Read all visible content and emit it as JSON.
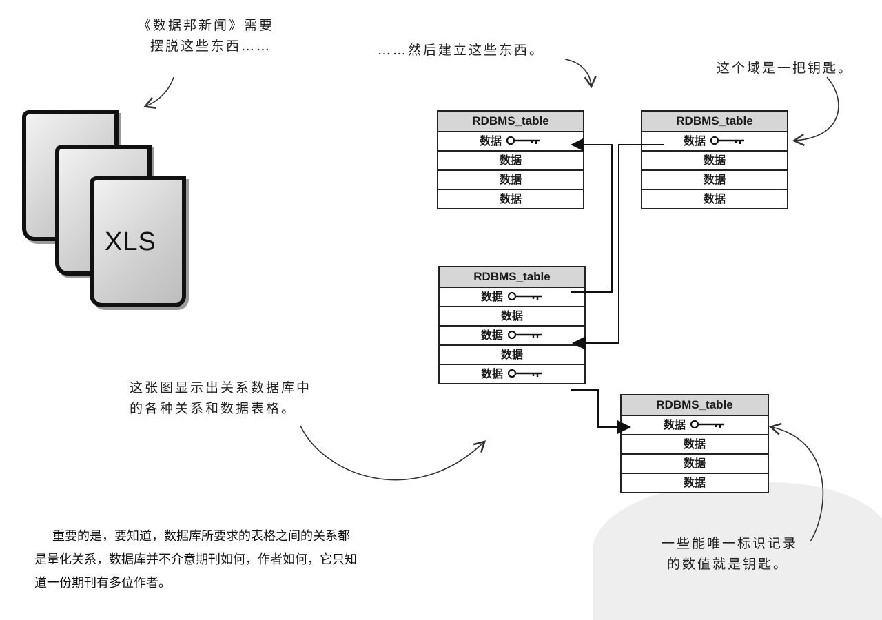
{
  "notes": {
    "top_left": [
      "《数据邦新闻》需要",
      "摆脱这些东西……"
    ],
    "top_center": "……然后建立这些东西。",
    "top_right": "这个域是一把钥匙。",
    "middle_left": [
      "这张图显示出关系数据库中",
      "的各种关系和数据表格。"
    ],
    "bottom_right": [
      "一些能唯一标识记录",
      "的数值就是钥匙。"
    ]
  },
  "xls_files": [
    "XLS"
  ],
  "tables": [
    {
      "header": "RDBMS_table",
      "rows": [
        {
          "label": "数据",
          "key": true
        },
        {
          "label": "数据",
          "key": false
        },
        {
          "label": "数据",
          "key": false
        },
        {
          "label": "数据",
          "key": false
        }
      ]
    },
    {
      "header": "RDBMS_table",
      "rows": [
        {
          "label": "数据",
          "key": true
        },
        {
          "label": "数据",
          "key": false
        },
        {
          "label": "数据",
          "key": false
        },
        {
          "label": "数据",
          "key": false
        }
      ]
    },
    {
      "header": "RDBMS_table",
      "rows": [
        {
          "label": "数据",
          "key": true
        },
        {
          "label": "数据",
          "key": false
        },
        {
          "label": "数据",
          "key": true
        },
        {
          "label": "数据",
          "key": false
        },
        {
          "label": "数据",
          "key": true
        }
      ]
    },
    {
      "header": "RDBMS_table",
      "rows": [
        {
          "label": "数据",
          "key": true
        },
        {
          "label": "数据",
          "key": false
        },
        {
          "label": "数据",
          "key": false
        },
        {
          "label": "数据",
          "key": false
        }
      ]
    }
  ],
  "bottom_text": [
    "重要的是，要知道，数据库所要求的表格之间的关系都",
    "是量化关系，数据库并不介意期刊如何，作者如何，它只知",
    "道一份期刊有多位作者。"
  ]
}
